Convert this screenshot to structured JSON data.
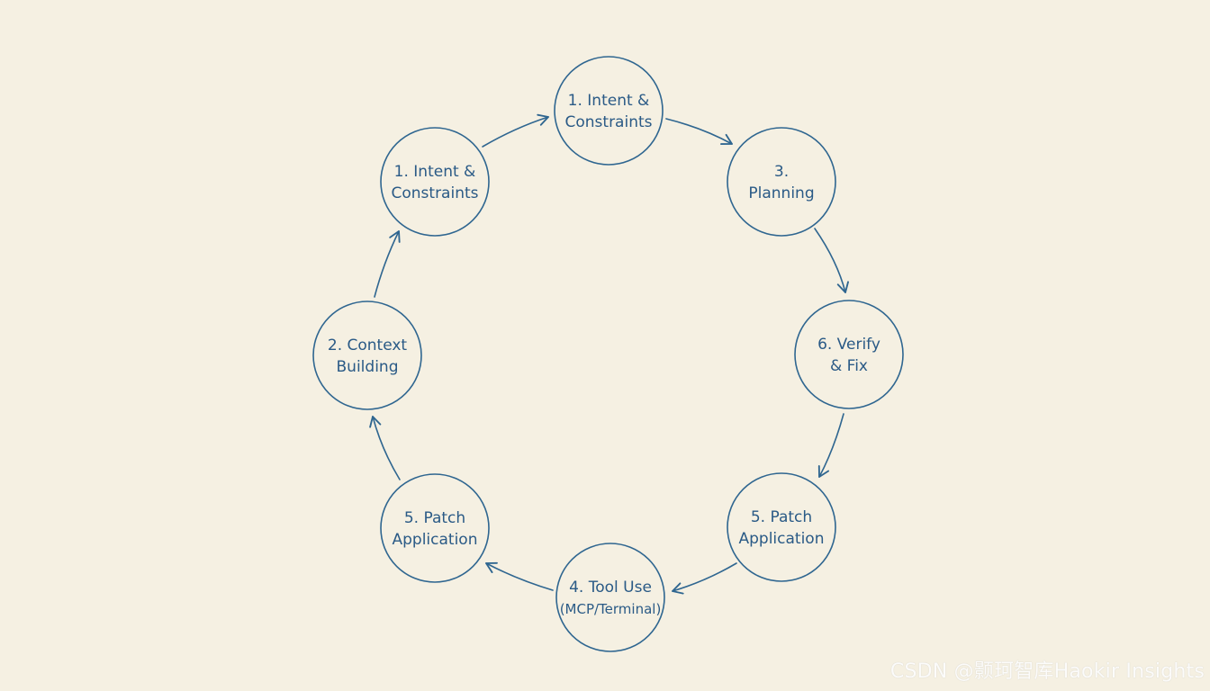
{
  "nodes": [
    {
      "id": "top",
      "lines": [
        "1. Intent &",
        "Constraints"
      ]
    },
    {
      "id": "upper-right",
      "lines": [
        "3.",
        "Planning"
      ]
    },
    {
      "id": "right",
      "lines": [
        "6. Verify",
        "& Fix"
      ]
    },
    {
      "id": "lower-right",
      "lines": [
        "5. Patch",
        "Application"
      ]
    },
    {
      "id": "bottom",
      "lines": [
        "4. Tool Use",
        "(MCP/Terminal)"
      ]
    },
    {
      "id": "lower-left",
      "lines": [
        "5. Patch",
        "Application"
      ]
    },
    {
      "id": "left",
      "lines": [
        "2. Context",
        "Building"
      ]
    },
    {
      "id": "upper-left",
      "lines": [
        "1. Intent &",
        "Constraints"
      ]
    }
  ],
  "edges": [
    [
      "upper-left",
      "top"
    ],
    [
      "top",
      "upper-right"
    ],
    [
      "upper-right",
      "right"
    ],
    [
      "right",
      "lower-right"
    ],
    [
      "lower-right",
      "bottom"
    ],
    [
      "bottom",
      "lower-left"
    ],
    [
      "lower-left",
      "left"
    ],
    [
      "left",
      "upper-left"
    ]
  ],
  "watermark": "CSDN @颢珂智库Haokir Insights",
  "colors": {
    "background": "#f5f0e2",
    "stroke": "#2f6690",
    "text": "#2a5a86"
  }
}
